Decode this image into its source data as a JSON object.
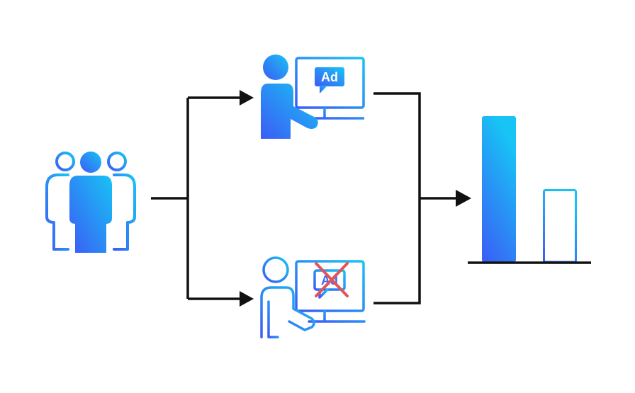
{
  "diagram": {
    "test_group": {
      "ad_badge_label": "Ad"
    },
    "control_group": {
      "ad_badge_label": "Ad"
    }
  },
  "chart_data": {
    "type": "bar",
    "categories": [
      "",
      ""
    ],
    "values": [
      100,
      50
    ],
    "ylim": [
      0,
      100
    ],
    "grid": false,
    "bar_styles": [
      "filled",
      "outlined"
    ]
  },
  "colors": {
    "gradient_start": "#3b5cf5",
    "gradient_end": "#18c3f5",
    "arrow": "#111111",
    "cross": "#e0555b",
    "background": "#ffffff"
  },
  "icons": {
    "source": "people-group-icon",
    "test": "person-viewing-ad-icon",
    "control": "person-no-ad-icon",
    "result": "bar-chart-icon"
  }
}
